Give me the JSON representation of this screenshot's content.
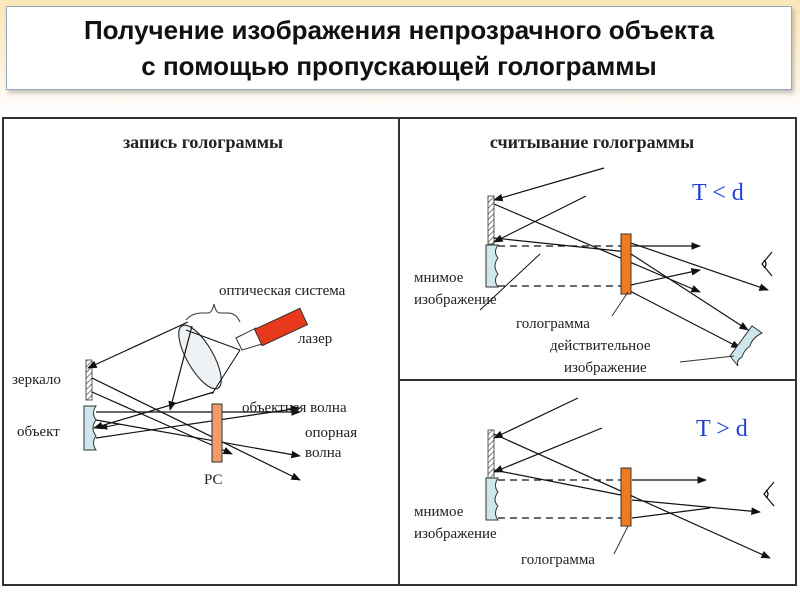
{
  "title": {
    "line1": "Получение изображения непрозрачного объекта",
    "line2": "с помощью пропускающей голограммы"
  },
  "recording": {
    "heading": "запись голограммы",
    "optical_system": "оптическая система",
    "laser": "лазер",
    "mirror": "зеркало",
    "object": "объект",
    "object_wave": "объектная волна",
    "reference_wave_line1": "опорная",
    "reference_wave_line2": "волна",
    "plate": "РС"
  },
  "reading_top": {
    "heading": "считывание голограммы",
    "condition": "T < d",
    "virtual_image_line1": "мнимое",
    "virtual_image_line2": "изображение",
    "hologram": "голограмма",
    "real_image_line1": "действительное",
    "real_image_line2": "изображение"
  },
  "reading_bottom": {
    "condition": "T > d",
    "virtual_image_line1": "мнимое",
    "virtual_image_line2": "изображение",
    "hologram": "голограмма"
  },
  "colors": {
    "hologram_fill": "#f27a1e",
    "plate_fill": "#f29a6a",
    "laser_fill": "#e8391c",
    "object_fill": "#cfe7ec",
    "condition_text": "#1f3fd6"
  }
}
